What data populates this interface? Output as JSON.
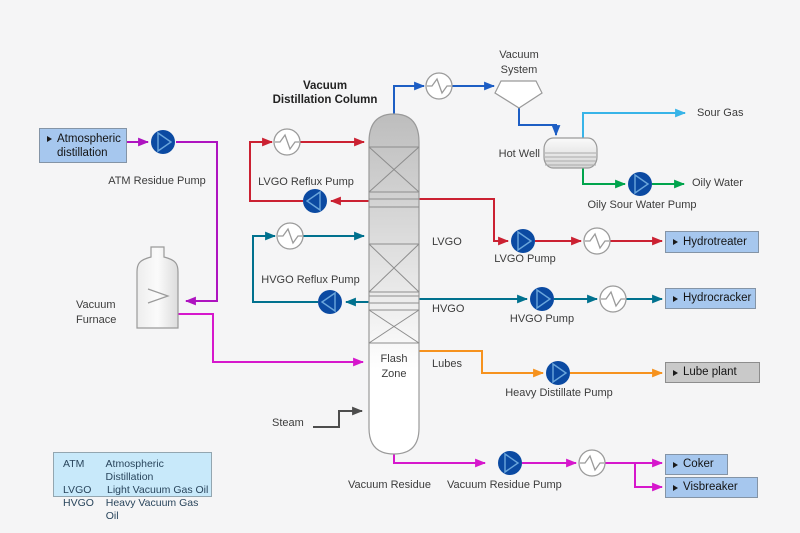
{
  "title": {
    "line1": "Vacuum",
    "line2": "Distillation Column"
  },
  "links": {
    "atmospheric_distillation": {
      "label": "Atmospheric distillation"
    },
    "hydrotreater": {
      "label": "Hydrotreater"
    },
    "hydrocracker": {
      "label": "Hydrocracker"
    },
    "lube_plant": {
      "label": "Lube plant"
    },
    "coker": {
      "label": "Coker"
    },
    "visbreaker": {
      "label": "Visbreaker"
    }
  },
  "equipment": {
    "vacuum_system": {
      "line1": "Vacuum",
      "line2": "System"
    },
    "hot_well": {
      "label": "Hot Well"
    },
    "vacuum_furnace": {
      "line1": "Vacuum",
      "line2": "Furnace"
    },
    "flash_zone": {
      "line1": "Flash",
      "line2": "Zone"
    }
  },
  "labels": {
    "atm_residue_pump": "ATM Residue Pump",
    "lvgo_reflux_pump": "LVGO Reflux Pump",
    "hvgo_reflux_pump": "HVGO Reflux Pump",
    "lvgo": "LVGO",
    "lvgo_pump": "LVGO Pump",
    "hvgo": "HVGO",
    "hvgo_pump": "HVGO Pump",
    "lubes": "Lubes",
    "heavy_distillate_pump": "Heavy Distillate Pump",
    "steam": "Steam",
    "vacuum_residue": "Vacuum Residue",
    "vacuum_residue_pump": "Vacuum Residue Pump",
    "sour_gas": "Sour Gas",
    "oily_water": "Oily Water",
    "oily_sour_water_pump": "Oily Sour Water Pump"
  },
  "legend": {
    "rows": [
      {
        "abbr": "ATM",
        "desc": "Atmospheric Distillation"
      },
      {
        "abbr": "LVGO",
        "desc": "Light Vacuum Gas Oil"
      },
      {
        "abbr": "HVGO",
        "desc": "Heavy Vacuum Gas Oil"
      }
    ]
  },
  "colors": {
    "background": "#f5f5f6",
    "atm_residue_line": "#ae13c0",
    "furnace_transfer_line": "#d617cc",
    "vacuum_residue_line": "#d617cc",
    "lvgo_line": "#cb2132",
    "hvgo_line": "#00718e",
    "overhead_line": "#1d5ec4",
    "sour_gas_line": "#38b4e8",
    "oily_water_line": "#00a44c",
    "lubes_line": "#f6921e",
    "steam_line": "#4d4d4d",
    "pump_fill": "#0b4aa2",
    "link_box_fill": "#a6c7ee",
    "lube_plant_fill": "#c9c9c9",
    "legend_fill": "#c8e9fa"
  }
}
